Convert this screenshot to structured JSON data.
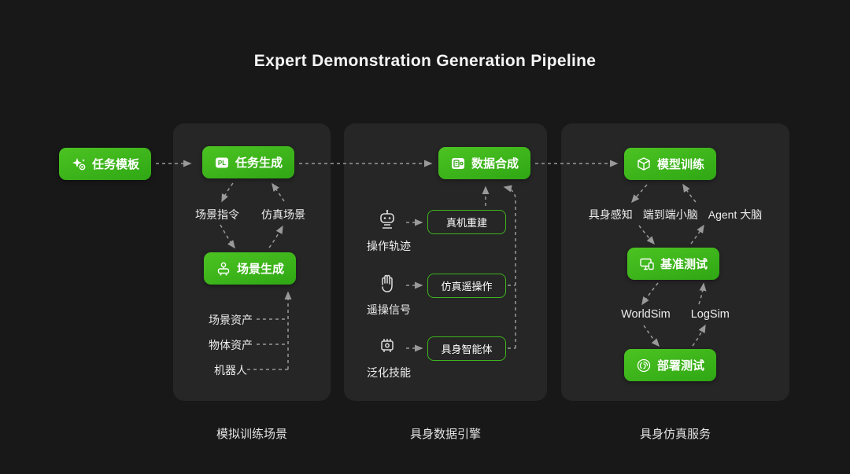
{
  "title": "Expert Demonstration Generation Pipeline",
  "colors": {
    "background": "#181818",
    "panel": "#262626",
    "accent_green": "#3eb51e",
    "arrow_gray": "#999999",
    "text_primary": "#f5f5f5"
  },
  "source_node": {
    "label": "任务模板",
    "icon": "sparkle-coin-icon"
  },
  "flow_panels": [
    {
      "caption": "模拟训练场景",
      "task_generation_label": "任务生成",
      "task_generation_icon": "pl-badge-icon",
      "scene_instruction_label": "场景指令",
      "sim_scene_label": "仿真场景",
      "scene_generation_label": "场景生成",
      "scene_generation_icon": "robot-platform-icon",
      "assets": [
        "场景资产",
        "物体资产",
        "机器人"
      ]
    },
    {
      "caption": "具身数据引擎",
      "data_synthesis_label": "数据合成",
      "data_synthesis_icon": "recorder-badge-icon",
      "rows": [
        {
          "icon": "robot-icon",
          "source_label": "操作轨迹",
          "target_label": "真机重建"
        },
        {
          "icon": "glove-icon",
          "source_label": "遥操信号",
          "target_label": "仿真遥操作"
        },
        {
          "icon": "skill-chip-icon",
          "source_label": "泛化技能",
          "target_label": "具身智能体"
        }
      ]
    },
    {
      "caption": "具身仿真服务",
      "model_training_label": "模型训练",
      "model_training_icon": "cube-icon",
      "brain_labels": [
        "具身感知",
        "端到端小脑",
        "Agent 大脑"
      ],
      "benchmark_label": "基准测试",
      "benchmark_icon": "monitor-icon",
      "sim_labels": [
        "WorldSim",
        "LogSim"
      ],
      "deployment_label": "部署测试",
      "deployment_icon": "fingerprint-icon"
    }
  ]
}
